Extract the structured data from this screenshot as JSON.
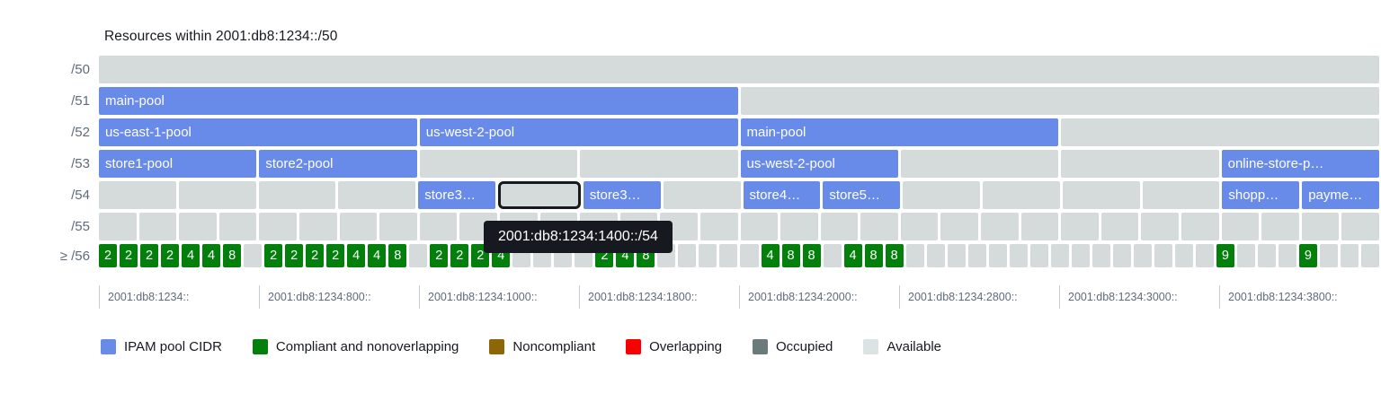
{
  "chart_data": {
    "type": "table",
    "title": "Resources within 2001:db8:1234::/50",
    "xlabel": "",
    "ylabel": "",
    "grid": false,
    "legend_position": "bottom",
    "row_labels": [
      "/50",
      "/51",
      "/52",
      "/53",
      "/54",
      "/55",
      "≥ /56"
    ],
    "x_ticks": [
      "2001:db8:1234::",
      "2001:db8:1234:800::",
      "2001:db8:1234:1000::",
      "2001:db8:1234:1800::",
      "2001:db8:1234:2000::",
      "2001:db8:1234:2800::",
      "2001:db8:1234:3000::",
      "2001:db8:1234:3800::"
    ],
    "rows": [
      {
        "label": "/50",
        "cells": [
          {
            "span": 32,
            "state": "available",
            "label": ""
          }
        ]
      },
      {
        "label": "/51",
        "cells": [
          {
            "span": 16,
            "state": "pool",
            "label": "main-pool"
          },
          {
            "span": 16,
            "state": "available",
            "label": ""
          }
        ]
      },
      {
        "label": "/52",
        "cells": [
          {
            "span": 8,
            "state": "pool",
            "label": "us-east-1-pool"
          },
          {
            "span": 8,
            "state": "pool",
            "label": "us-west-2-pool"
          },
          {
            "span": 8,
            "state": "pool",
            "label": "main-pool"
          },
          {
            "span": 8,
            "state": "available",
            "label": ""
          }
        ]
      },
      {
        "label": "/53",
        "cells": [
          {
            "span": 4,
            "state": "pool",
            "label": "store1-pool"
          },
          {
            "span": 4,
            "state": "pool",
            "label": "store2-pool"
          },
          {
            "span": 4,
            "state": "available",
            "label": ""
          },
          {
            "span": 4,
            "state": "available",
            "label": ""
          },
          {
            "span": 4,
            "state": "pool",
            "label": "us-west-2-pool"
          },
          {
            "span": 4,
            "state": "available",
            "label": ""
          },
          {
            "span": 4,
            "state": "available",
            "label": ""
          },
          {
            "span": 4,
            "state": "pool",
            "label": "online-store-p…"
          }
        ]
      },
      {
        "label": "/54",
        "cells": [
          {
            "span": 2,
            "state": "available",
            "label": ""
          },
          {
            "span": 2,
            "state": "available",
            "label": ""
          },
          {
            "span": 2,
            "state": "available",
            "label": ""
          },
          {
            "span": 2,
            "state": "available",
            "label": ""
          },
          {
            "span": 2,
            "state": "pool",
            "label": "store3…"
          },
          {
            "span": 2,
            "state": "selected",
            "label": ""
          },
          {
            "span": 2,
            "state": "pool",
            "label": "store3…"
          },
          {
            "span": 2,
            "state": "available",
            "label": ""
          },
          {
            "span": 2,
            "state": "pool",
            "label": "store4…"
          },
          {
            "span": 2,
            "state": "pool",
            "label": "store5…"
          },
          {
            "span": 2,
            "state": "available",
            "label": ""
          },
          {
            "span": 2,
            "state": "available",
            "label": ""
          },
          {
            "span": 2,
            "state": "available",
            "label": ""
          },
          {
            "span": 2,
            "state": "available",
            "label": ""
          },
          {
            "span": 2,
            "state": "pool",
            "label": "shopp…"
          },
          {
            "span": 2,
            "state": "pool",
            "label": "payme…"
          }
        ]
      },
      {
        "label": "/55",
        "cells": [
          {
            "span": 1,
            "state": "available",
            "label": ""
          },
          {
            "span": 1,
            "state": "available",
            "label": ""
          },
          {
            "span": 1,
            "state": "available",
            "label": ""
          },
          {
            "span": 1,
            "state": "available",
            "label": ""
          },
          {
            "span": 1,
            "state": "available",
            "label": ""
          },
          {
            "span": 1,
            "state": "available",
            "label": ""
          },
          {
            "span": 1,
            "state": "available",
            "label": ""
          },
          {
            "span": 1,
            "state": "available",
            "label": ""
          },
          {
            "span": 1,
            "state": "available",
            "label": ""
          },
          {
            "span": 1,
            "state": "available",
            "label": ""
          },
          {
            "span": 1,
            "state": "available",
            "label": ""
          },
          {
            "span": 1,
            "state": "available",
            "label": ""
          },
          {
            "span": 1,
            "state": "available",
            "label": ""
          },
          {
            "span": 1,
            "state": "available",
            "label": ""
          },
          {
            "span": 1,
            "state": "available",
            "label": ""
          },
          {
            "span": 1,
            "state": "available",
            "label": ""
          },
          {
            "span": 1,
            "state": "available",
            "label": ""
          },
          {
            "span": 1,
            "state": "available",
            "label": ""
          },
          {
            "span": 1,
            "state": "available",
            "label": ""
          },
          {
            "span": 1,
            "state": "available",
            "label": ""
          },
          {
            "span": 1,
            "state": "available",
            "label": ""
          },
          {
            "span": 1,
            "state": "available",
            "label": ""
          },
          {
            "span": 1,
            "state": "available",
            "label": ""
          },
          {
            "span": 1,
            "state": "available",
            "label": ""
          },
          {
            "span": 1,
            "state": "available",
            "label": ""
          },
          {
            "span": 1,
            "state": "available",
            "label": ""
          },
          {
            "span": 1,
            "state": "available",
            "label": ""
          },
          {
            "span": 1,
            "state": "available",
            "label": ""
          },
          {
            "span": 1,
            "state": "available",
            "label": ""
          },
          {
            "span": 1,
            "state": "available",
            "label": ""
          },
          {
            "span": 1,
            "state": "available",
            "label": ""
          },
          {
            "span": 1,
            "state": "available",
            "label": ""
          }
        ]
      },
      {
        "label": "≥ /56",
        "cells": [
          {
            "span": 1,
            "state": "compliant",
            "label": "2"
          },
          {
            "span": 1,
            "state": "compliant",
            "label": "2"
          },
          {
            "span": 1,
            "state": "compliant",
            "label": "2"
          },
          {
            "span": 1,
            "state": "compliant",
            "label": "2"
          },
          {
            "span": 1,
            "state": "compliant",
            "label": "4"
          },
          {
            "span": 1,
            "state": "compliant",
            "label": "4"
          },
          {
            "span": 1,
            "state": "compliant",
            "label": "8"
          },
          {
            "span": 1,
            "state": "available",
            "label": ""
          },
          {
            "span": 1,
            "state": "compliant",
            "label": "2"
          },
          {
            "span": 1,
            "state": "compliant",
            "label": "2"
          },
          {
            "span": 1,
            "state": "compliant",
            "label": "2"
          },
          {
            "span": 1,
            "state": "compliant",
            "label": "2"
          },
          {
            "span": 1,
            "state": "compliant",
            "label": "4"
          },
          {
            "span": 1,
            "state": "compliant",
            "label": "4"
          },
          {
            "span": 1,
            "state": "compliant",
            "label": "8"
          },
          {
            "span": 1,
            "state": "available",
            "label": ""
          },
          {
            "span": 1,
            "state": "compliant",
            "label": "2"
          },
          {
            "span": 1,
            "state": "compliant",
            "label": "2"
          },
          {
            "span": 1,
            "state": "compliant",
            "label": "2"
          },
          {
            "span": 1,
            "state": "compliant",
            "label": "4"
          },
          {
            "span": 1,
            "state": "available",
            "label": ""
          },
          {
            "span": 1,
            "state": "available",
            "label": ""
          },
          {
            "span": 1,
            "state": "available",
            "label": ""
          },
          {
            "span": 1,
            "state": "available",
            "label": ""
          },
          {
            "span": 1,
            "state": "compliant",
            "label": "2"
          },
          {
            "span": 1,
            "state": "compliant",
            "label": "4"
          },
          {
            "span": 1,
            "state": "compliant",
            "label": "8"
          },
          {
            "span": 1,
            "state": "available",
            "label": ""
          },
          {
            "span": 1,
            "state": "available",
            "label": ""
          },
          {
            "span": 1,
            "state": "available",
            "label": ""
          },
          {
            "span": 1,
            "state": "available",
            "label": ""
          },
          {
            "span": 1,
            "state": "available",
            "label": ""
          },
          {
            "span": 1,
            "state": "compliant",
            "label": "4"
          },
          {
            "span": 1,
            "state": "compliant",
            "label": "8"
          },
          {
            "span": 1,
            "state": "compliant",
            "label": "8"
          },
          {
            "span": 1,
            "state": "available",
            "label": ""
          },
          {
            "span": 1,
            "state": "compliant",
            "label": "4"
          },
          {
            "span": 1,
            "state": "compliant",
            "label": "8"
          },
          {
            "span": 1,
            "state": "compliant",
            "label": "8"
          },
          {
            "span": 1,
            "state": "available",
            "label": ""
          },
          {
            "span": 1,
            "state": "available",
            "label": ""
          },
          {
            "span": 1,
            "state": "available",
            "label": ""
          },
          {
            "span": 1,
            "state": "available",
            "label": ""
          },
          {
            "span": 1,
            "state": "available",
            "label": ""
          },
          {
            "span": 1,
            "state": "available",
            "label": ""
          },
          {
            "span": 1,
            "state": "available",
            "label": ""
          },
          {
            "span": 1,
            "state": "available",
            "label": ""
          },
          {
            "span": 1,
            "state": "available",
            "label": ""
          },
          {
            "span": 1,
            "state": "available",
            "label": ""
          },
          {
            "span": 1,
            "state": "available",
            "label": ""
          },
          {
            "span": 1,
            "state": "available",
            "label": ""
          },
          {
            "span": 1,
            "state": "available",
            "label": ""
          },
          {
            "span": 1,
            "state": "available",
            "label": ""
          },
          {
            "span": 1,
            "state": "available",
            "label": ""
          },
          {
            "span": 1,
            "state": "compliant",
            "label": "9"
          },
          {
            "span": 1,
            "state": "available",
            "label": ""
          },
          {
            "span": 1,
            "state": "available",
            "label": ""
          },
          {
            "span": 1,
            "state": "available",
            "label": ""
          },
          {
            "span": 1,
            "state": "compliant",
            "label": "9"
          },
          {
            "span": 1,
            "state": "available",
            "label": ""
          },
          {
            "span": 1,
            "state": "available",
            "label": ""
          },
          {
            "span": 1,
            "state": "available",
            "label": ""
          }
        ]
      }
    ],
    "legend": [
      {
        "label": "IPAM pool CIDR",
        "color": "#688ae8",
        "icon": "square-swatch-icon"
      },
      {
        "label": "Compliant and nonoverlapping",
        "color": "#037f0c",
        "icon": "square-swatch-icon"
      },
      {
        "label": "Noncompliant",
        "color": "#8d6605",
        "icon": "square-swatch-icon"
      },
      {
        "label": "Overlapping",
        "color": "#f60000",
        "icon": "square-swatch-icon"
      },
      {
        "label": "Occupied",
        "color": "#6b7b7b",
        "icon": "square-swatch-icon"
      },
      {
        "label": "Available",
        "color": "#dde3e3",
        "icon": "square-swatch-icon"
      }
    ]
  },
  "tooltip": {
    "text": "2001:db8:1234:1400::/54"
  }
}
